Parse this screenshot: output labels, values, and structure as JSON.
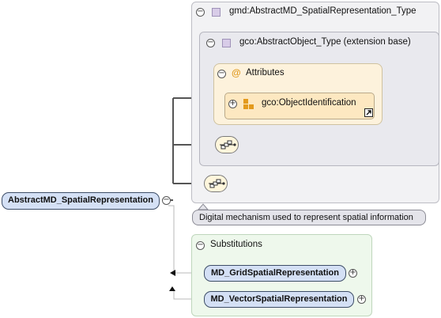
{
  "root_element": {
    "label": "AbstractMD_SpatialRepresentation",
    "toggle": "−"
  },
  "type_panel": {
    "label": "gmd:AbstractMD_SpatialRepresentation_Type",
    "toggle": "−",
    "base_panel": {
      "label": "gco:AbstractObject_Type (extension base)",
      "toggle": "−",
      "attributes": {
        "label": "Attributes",
        "toggle": "−",
        "at_symbol": "@",
        "item": {
          "label": "gco:ObjectIdentification",
          "toggle": "+"
        }
      }
    }
  },
  "tooltip": {
    "text": "Digital mechanism used to represent spatial information"
  },
  "substitutions": {
    "label": "Substitutions",
    "toggle": "−",
    "items": [
      {
        "label": "MD_GridSpatialRepresentation",
        "toggle": "+"
      },
      {
        "label": "MD_VectorSpatialRepresentation",
        "toggle": "+"
      }
    ]
  },
  "colors": {
    "element_fill": "#d4e0f5",
    "element_border": "#3e4e68",
    "attributes_fill": "#fdf2dc",
    "substitutions_fill": "#eef8ec",
    "type_icon": "#d8cce8",
    "at_symbol": "#e09a20"
  },
  "icons": [
    "collapse-icon",
    "expand-icon",
    "type-icon",
    "attribute-icon",
    "attribute-group-icon",
    "sequence-icon",
    "link-arrow-icon"
  ]
}
